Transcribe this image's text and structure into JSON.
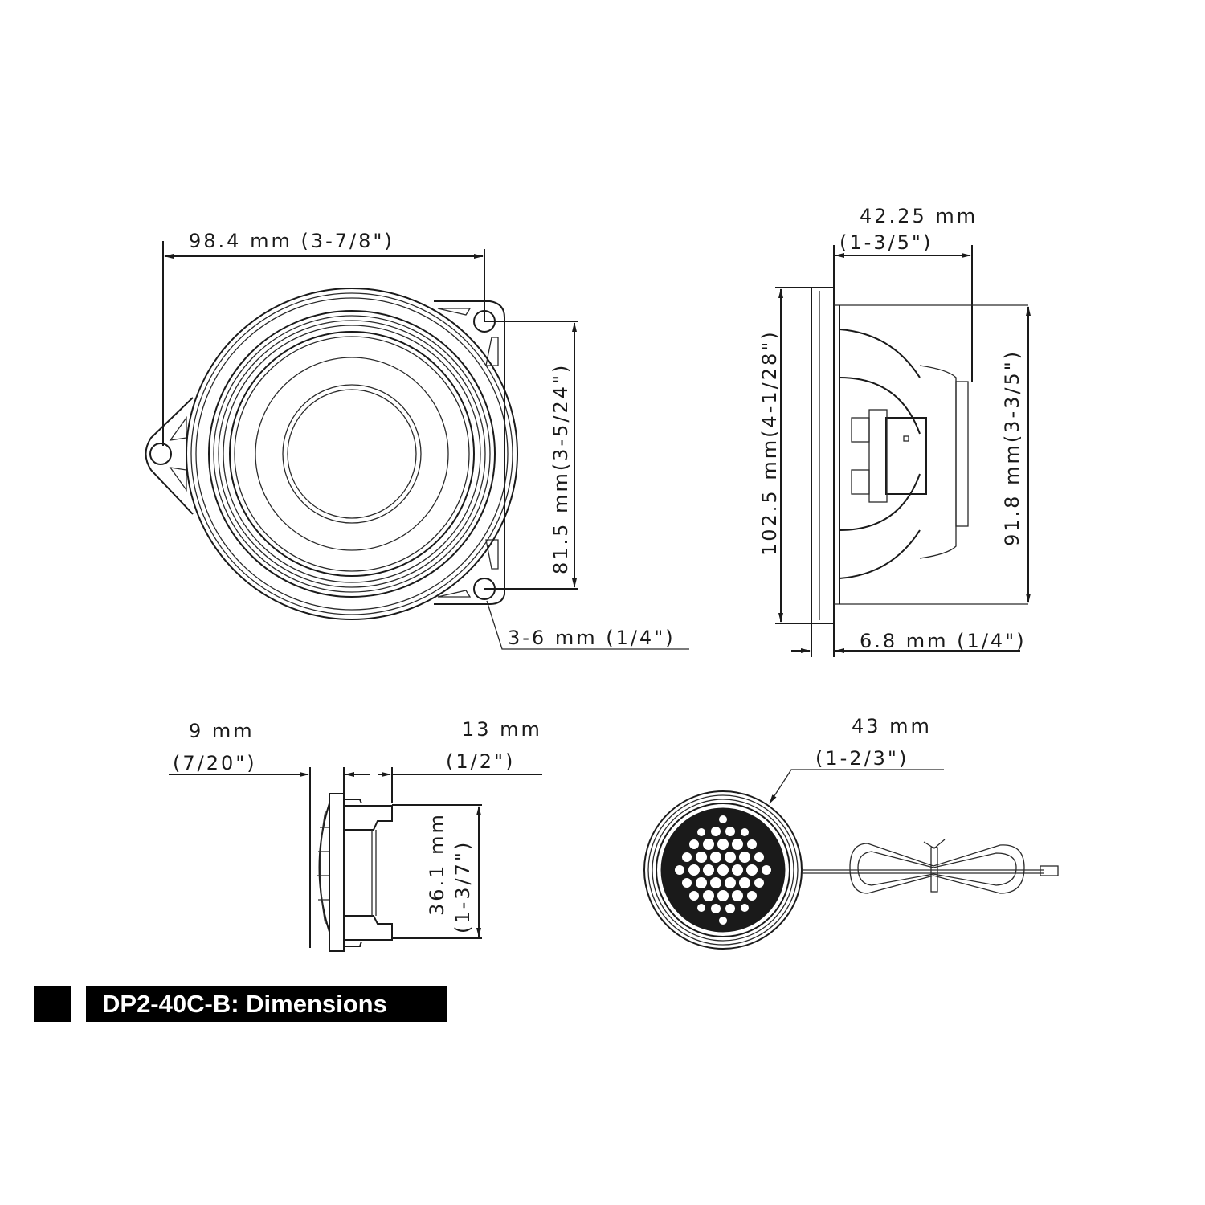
{
  "title": "DP2-40C-B: Dimensions",
  "colors": {
    "line": "#1a1a1a",
    "caption_bg": "#000000",
    "caption_text": "#ffffff",
    "background": "#ffffff"
  },
  "woofer_front": {
    "width_label": "98.4 mm (3-7/8\")",
    "hole_spacing_label": "81.5 mm(3-5/24\")",
    "mount_holes_label": "3-6 mm (1/4\")"
  },
  "woofer_side": {
    "depth_label_mm": "42.25 mm",
    "depth_label_in": "(1-3/5\")",
    "outer_height_label": "102.5 mm(4-1/28\")",
    "basket_height_label": "91.8 mm(3-3/5\")",
    "flange_label": "6.8 mm (1/4\")"
  },
  "tweeter_side": {
    "dome_depth_mm": "9 mm",
    "dome_depth_in": "(7/20\")",
    "body_depth_mm": "13 mm",
    "body_depth_in": "(1/2\")",
    "height_label_mm": "36.1 mm",
    "height_label_in": "(1-3/7\")"
  },
  "tweeter_front": {
    "diameter_mm": "43 mm",
    "diameter_in": "(1-2/3\")"
  }
}
